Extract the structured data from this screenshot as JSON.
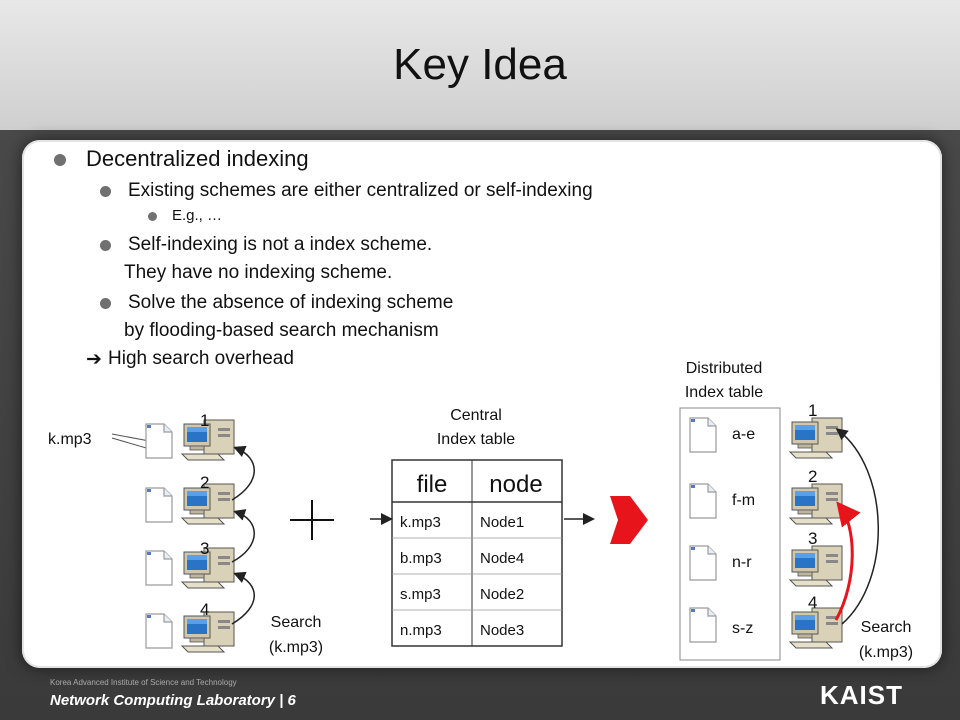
{
  "title": "Key Idea",
  "bullets": [
    {
      "text": "Decentralized indexing"
    },
    {
      "text": "Existing schemes are either centralized or self-indexing"
    },
    {
      "text": "E.g., …"
    },
    {
      "text": "Self-indexing is not a index scheme."
    },
    {
      "text": "They have no indexing scheme."
    },
    {
      "text": "Solve the absence of indexing scheme"
    },
    {
      "text": "by flooding-based search mechanism"
    },
    {
      "text": "High search overhead",
      "marker": "➔"
    }
  ],
  "left": {
    "file_label": "k.mp3",
    "nodes": [
      "1",
      "2",
      "3",
      "4"
    ],
    "search_line1": "Search",
    "search_line2": "(k.mp3)"
  },
  "central": {
    "caption_line1": "Central",
    "caption_line2": "Index table",
    "headers": [
      "file",
      "node"
    ],
    "rows": [
      [
        "k.mp3",
        "Node1"
      ],
      [
        "b.mp3",
        "Node4"
      ],
      [
        "s.mp3",
        "Node2"
      ],
      [
        "n.mp3",
        "Node3"
      ]
    ]
  },
  "distributed": {
    "caption_line1": "Distributed",
    "caption_line2": "Index table",
    "ranges": [
      "a-e",
      "f-m",
      "n-r",
      "s-z"
    ],
    "nodes": [
      "1",
      "2",
      "3",
      "4"
    ],
    "search_line1": "Search",
    "search_line2": "(k.mp3)"
  },
  "colors": {
    "accent_arrow": "#e8141b",
    "highlight_arrow": "#e8141b"
  },
  "footer": {
    "institute": "Korea Advanced Institute of Science and Technology",
    "lab": "Network Computing Laboratory | 6",
    "logo": "KAIST"
  }
}
